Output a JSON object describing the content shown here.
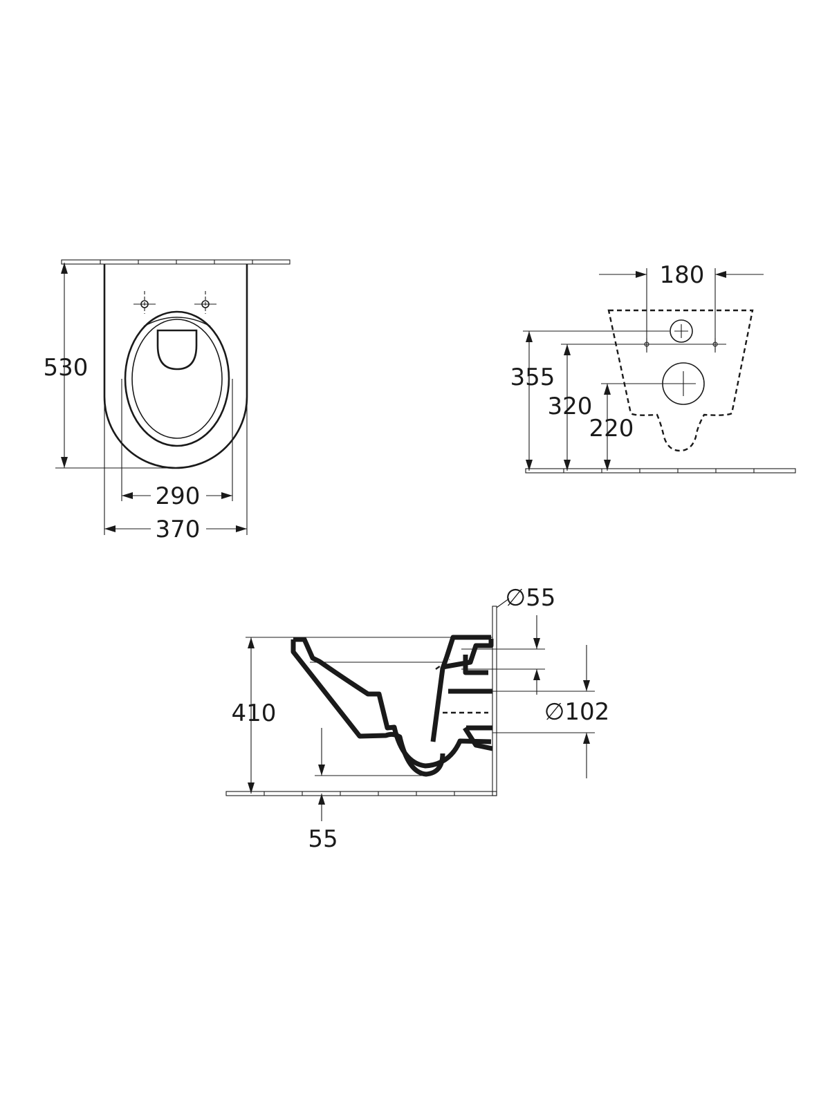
{
  "top_view": {
    "depth_label": "530",
    "inner_width_label": "290",
    "outer_width_label": "370"
  },
  "rear_view": {
    "bolt_spacing_label": "180",
    "height_355_label": "355",
    "height_320_label": "320",
    "height_220_label": "220"
  },
  "side_view": {
    "height_label": "410",
    "bottom_gap_label": "55",
    "inlet_diameter_label": "∅55",
    "outlet_diameter_label": "∅102"
  }
}
